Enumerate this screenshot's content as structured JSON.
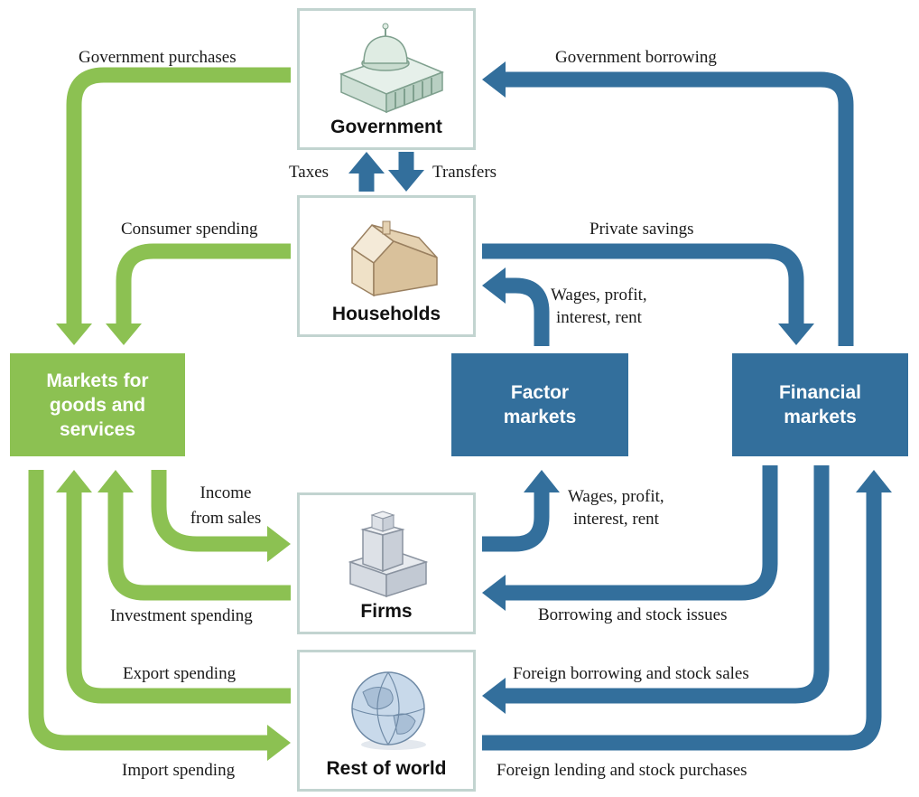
{
  "colors": {
    "goods_green": "#8cc152",
    "finance_blue": "#336f9c",
    "node_border": "#c2d4d0"
  },
  "nodes": {
    "government": {
      "label": "Government",
      "icon": "capitol-icon"
    },
    "households": {
      "label": "Households",
      "icon": "house-icon"
    },
    "firms": {
      "label": "Firms",
      "icon": "office-building-icon"
    },
    "rest_of_world": {
      "label": "Rest of world",
      "icon": "globe-icon"
    }
  },
  "markets": {
    "goods": "Markets for\ngoods and\nservices",
    "factor": "Factor\nmarkets",
    "financial": "Financial\nmarkets"
  },
  "flows": {
    "government_purchases": "Government purchases",
    "government_borrowing": "Government borrowing",
    "taxes": "Taxes",
    "transfers": "Transfers",
    "consumer_spending": "Consumer spending",
    "private_savings": "Private savings",
    "wages_households_1": "Wages, profit,",
    "wages_households_2": "interest, rent",
    "income_from_sales_1": "Income",
    "income_from_sales_2": "from sales",
    "wages_firms_1": "Wages, profit,",
    "wages_firms_2": "interest, rent",
    "investment_spending": "Investment spending",
    "borrowing_stock_issues": "Borrowing and stock issues",
    "export_spending": "Export spending",
    "foreign_borrowing": "Foreign borrowing and stock sales",
    "import_spending": "Import spending",
    "foreign_lending": "Foreign lending and stock purchases"
  }
}
